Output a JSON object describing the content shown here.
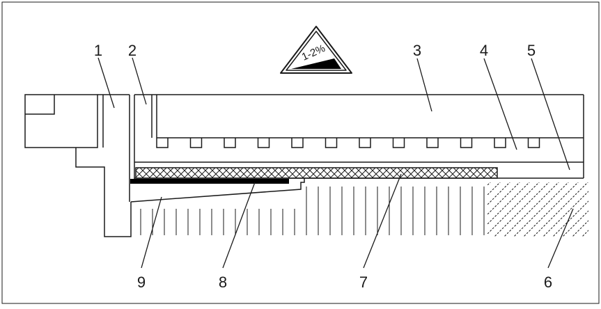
{
  "warning_sign": {
    "label": "1-2%",
    "icon": "slope-warning-icon"
  },
  "callouts": [
    {
      "id": "1",
      "label": "1"
    },
    {
      "id": "2",
      "label": "2"
    },
    {
      "id": "3",
      "label": "3"
    },
    {
      "id": "4",
      "label": "4"
    },
    {
      "id": "5",
      "label": "5"
    },
    {
      "id": "6",
      "label": "6"
    },
    {
      "id": "7",
      "label": "7"
    },
    {
      "id": "8",
      "label": "8"
    },
    {
      "id": "9",
      "label": "9"
    }
  ],
  "colors": {
    "line": "#1a1a1a",
    "fill": "#ffffff",
    "membrane": "#000000"
  }
}
